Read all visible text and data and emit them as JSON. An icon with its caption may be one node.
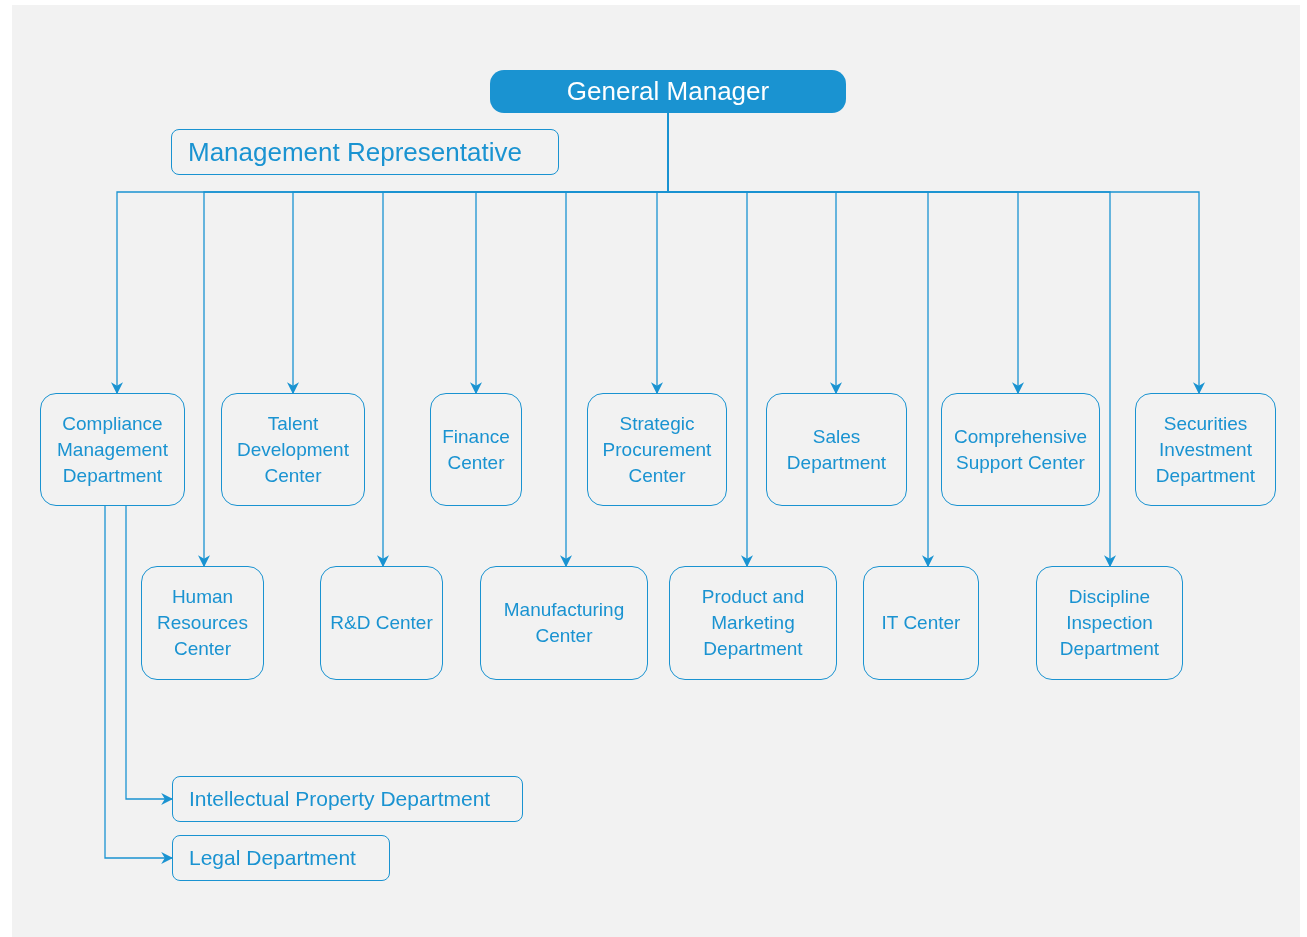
{
  "diagram": {
    "nodes": [
      {
        "text": [
          "General Manager"
        ]
      },
      {
        "text": [
          "Management Representative"
        ]
      },
      {
        "text": [
          "Compliance Management Department"
        ]
      },
      {
        "text": [
          "Talent Development Center"
        ]
      },
      {
        "text": [
          "Finance Center"
        ]
      },
      {
        "text": [
          "Strategic Procurement Center"
        ]
      },
      {
        "text": [
          "Sales Department"
        ]
      },
      {
        "text": [
          "Comprehensive Support Center"
        ]
      },
      {
        "text": [
          "Securities Investment Department"
        ]
      },
      {
        "text": [
          "Human Resources Center"
        ]
      },
      {
        "text": [
          "R&D Center"
        ]
      },
      {
        "text": [
          "Manufacturing Center"
        ]
      },
      {
        "text": [
          "Product and Marketing Department"
        ]
      },
      {
        "text": [
          "IT Center"
        ]
      },
      {
        "text": [
          "Discipline Inspection Department"
        ]
      },
      {
        "text": [
          "Intellectual Property Department"
        ]
      },
      {
        "text": [
          "Legal Department"
        ]
      }
    ],
    "edges": [
      {
        "from": 0,
        "to": 2,
        "arrow": "to"
      },
      {
        "from": 0,
        "to": 9,
        "arrow": "to"
      },
      {
        "from": 0,
        "to": 3,
        "arrow": "to"
      },
      {
        "from": 0,
        "to": 10,
        "arrow": "to"
      },
      {
        "from": 0,
        "to": 4,
        "arrow": "to"
      },
      {
        "from": 0,
        "to": 11,
        "arrow": "to"
      },
      {
        "from": 0,
        "to": 5,
        "arrow": "to"
      },
      {
        "from": 0,
        "to": 12,
        "arrow": "to"
      },
      {
        "from": 0,
        "to": 6,
        "arrow": "to"
      },
      {
        "from": 0,
        "to": 13,
        "arrow": "to"
      },
      {
        "from": 0,
        "to": 7,
        "arrow": "to"
      },
      {
        "from": 0,
        "to": 14,
        "arrow": "to"
      },
      {
        "from": 0,
        "to": 8,
        "arrow": "to"
      },
      {
        "from": 2,
        "to": 15,
        "arrow": "to"
      },
      {
        "from": 2,
        "to": 16,
        "arrow": "to"
      }
    ]
  }
}
